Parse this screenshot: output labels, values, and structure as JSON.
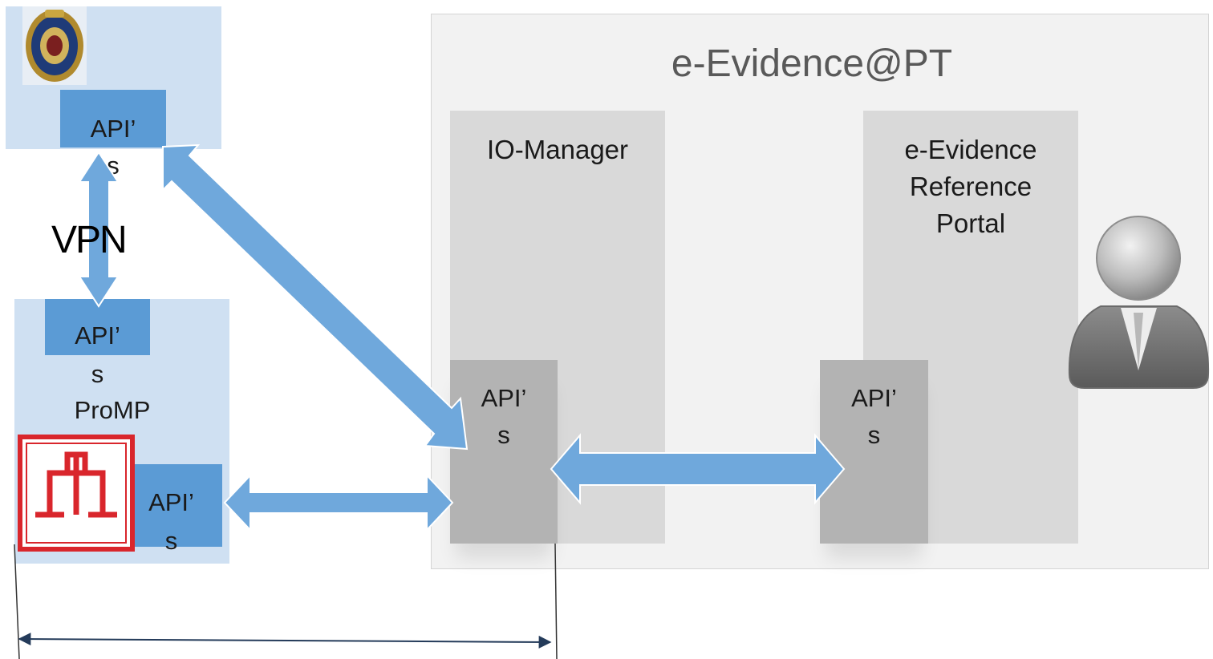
{
  "diagram": {
    "title": "e-Evidence@PT",
    "io_manager": {
      "label": "IO-Manager",
      "api_line1": "API’",
      "api_line2": "s"
    },
    "portal": {
      "label_lines": [
        "e-Evidence",
        "Reference",
        "Portal"
      ],
      "api_line1": "API’",
      "api_line2": "s"
    },
    "police": {
      "api_line1": "API’",
      "api_line2": "s",
      "emblem_icon": "police-emblem-icon"
    },
    "vpn_label": "VPN",
    "promp": {
      "label": "ProMP",
      "top_api_line1": "API’",
      "top_api_line2": "s",
      "bottom_api_line1": "API’",
      "bottom_api_line2": "s",
      "logo_icon": "ministerio-publico-logo-icon"
    },
    "user_icon": "user-avatar-icon",
    "colors": {
      "arrow": "#6fa8dc",
      "api_blue": "#5b9bd5",
      "light_blue_box": "#cfe0f2",
      "outer_panel": "#f2f2f2",
      "column": "#d9d9d9",
      "gray_api": "#b3b3b3",
      "logo_red": "#d9262c"
    }
  }
}
